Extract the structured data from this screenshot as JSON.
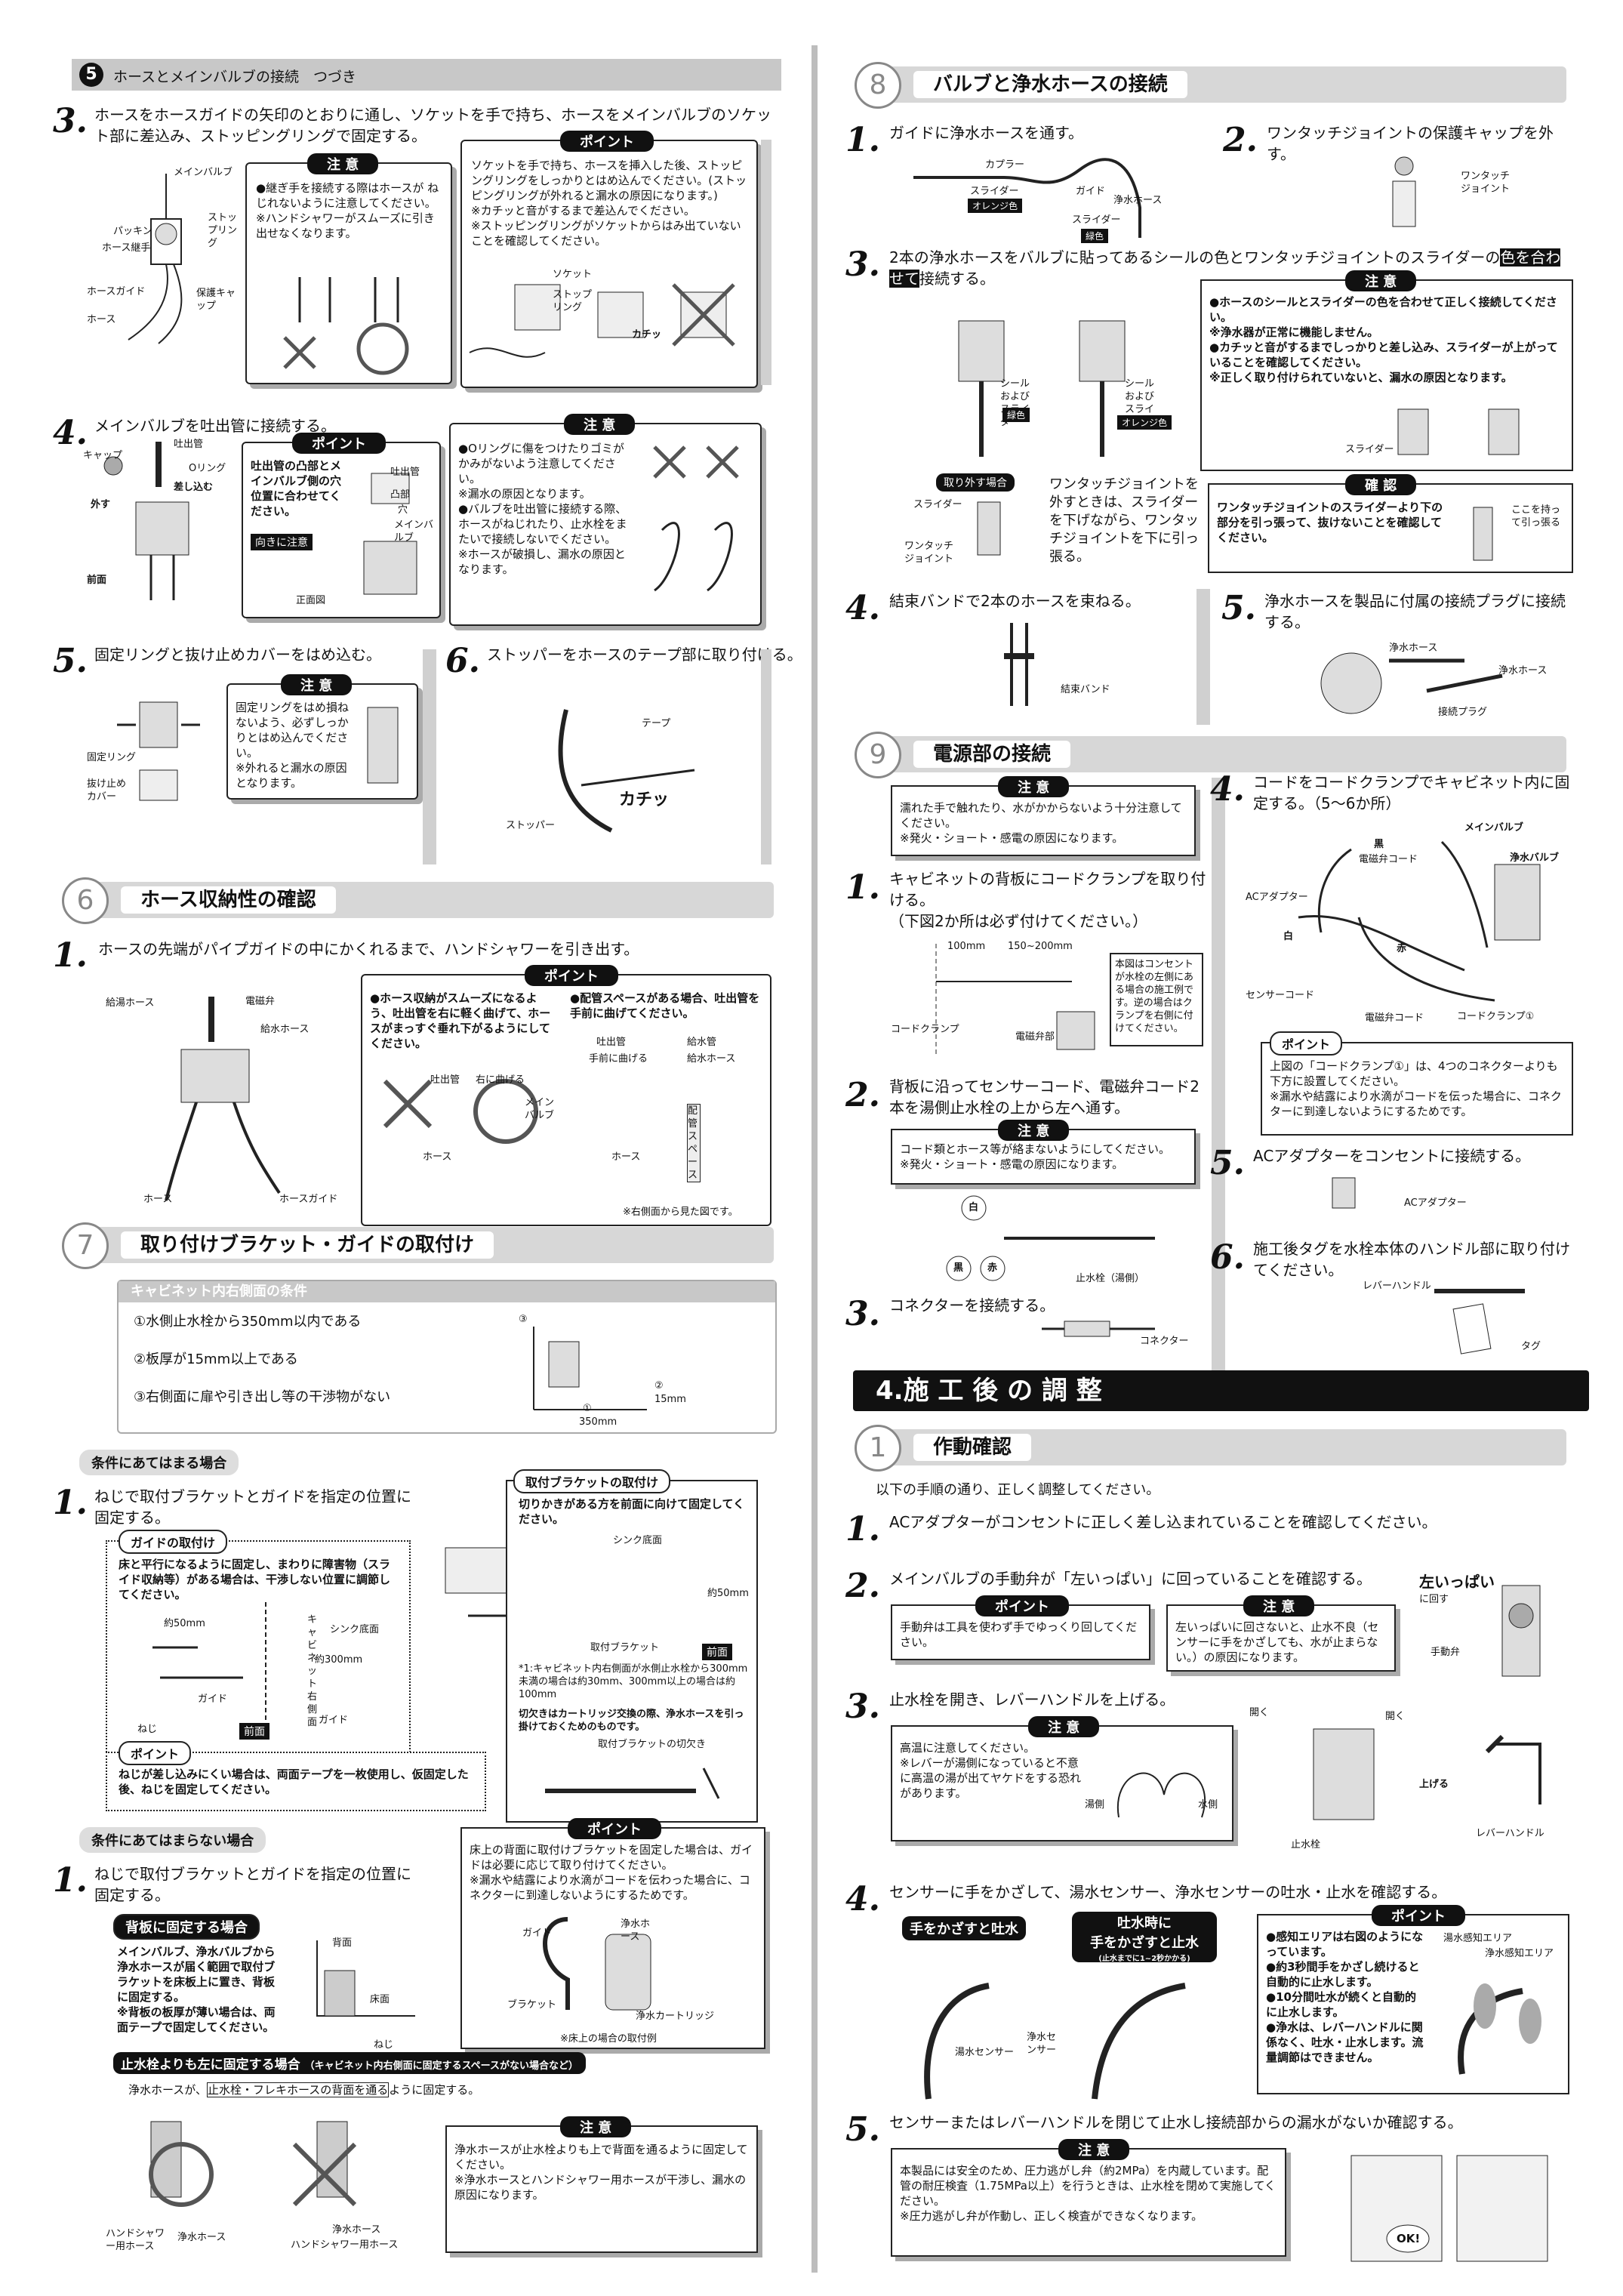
{
  "top_bar": {
    "num": "5",
    "title": "ホースとメインバルブの接続　つづき"
  },
  "s5": {
    "step3": {
      "num": "3.",
      "text": "ホースをホースガイドの矢印のとおりに通し、ソケットを手で持ち、ホースをメインバルブのソケット部に差込み、ストッピングリングで固定する。",
      "labels": [
        "メインバルブ",
        "パッキン",
        "ホース継手",
        "ストップリング",
        "ホースガイド",
        "保護キャップ",
        "ホース"
      ],
      "caution_title": "注 意",
      "caution_text": "●継ぎ手を接続する際はホースが ねじれないように注意してください。\n※ハンドシャワーがスムーズに引き出せなくなります。",
      "point_title": "ポイント",
      "point_text": "ソケットを手で持ち、ホースを挿入した後、ストッピングリングをしっかりとはめ込んでください。(ストッピングリングが外れると漏水の原因になります。)\n※カチッと音がするまで差込んでください。\n※ストッピングリングがソケットからはみ出ていないことを確認してください。",
      "point_labels": [
        "ソケット",
        "ストップリング",
        "カチッ"
      ]
    },
    "step4": {
      "num": "4.",
      "text": "メインバルブを吐出管に接続する。",
      "labels": [
        "吐出管",
        "キャップ",
        "Oリング",
        "差し込む",
        "外す",
        "前面"
      ],
      "point_title": "ポイント",
      "point_text": "吐出管の凸部とメインバルブ側の穴位置に合わせてください。",
      "point_tag": "向きに注意",
      "point_labels": [
        "吐出管",
        "凸部",
        "穴",
        "メインバルブ",
        "正面図"
      ],
      "caution_title": "注 意",
      "caution_text": "●Oリングに傷をつけたりゴミがかみがないよう注意してください。\n※漏水の原因となります。\n●バルブを吐出管に接続する際、ホースがねじれたり、止水栓をまたいで接続しないでください。\n※ホースが破損し、漏水の原因となります。"
    },
    "step5": {
      "num": "5.",
      "text": "固定リングと抜け止めカバーをはめ込む。",
      "caution_title": "注 意",
      "caution_text": "固定リングをはめ損ねないよう、必ずしっかりとはめ込んでください。\n※外れると漏水の原因となります。",
      "labels": [
        "固定リング",
        "抜け止めカバー"
      ]
    },
    "step6": {
      "num": "6.",
      "text": "ストッパーをホースのテープ部に取り付ける。",
      "labels": [
        "テープ",
        "ストッパー",
        "カチッ"
      ]
    }
  },
  "s6": {
    "circle": "6",
    "title": "ホース収納性の確認",
    "step1": {
      "num": "1.",
      "text": "ホースの先端がパイプガイドの中にかくれるまで、ハンドシャワーを引き出す。",
      "labels": [
        "給湯ホース",
        "電磁弁",
        "給水ホース",
        "ホース",
        "ホースガイド"
      ],
      "point_title": "ポイント",
      "point_a": "●ホース収納がスムーズになるよう、吐出管を右に軽く曲げて、ホースがまっすぐ垂れ下がるようにしてください。",
      "point_a_labels": [
        "吐出管",
        "右に曲げる",
        "メインバルブ",
        "ホース"
      ],
      "point_b": "●配管スペースがある場合、吐出管を手前に曲げてください。",
      "point_b_labels": [
        "吐出管",
        "手前に曲げる",
        "給水管",
        "給水ホース",
        "ホース",
        "配管スペース",
        "※右側面から見た図です。"
      ]
    }
  },
  "s7": {
    "circle": "7",
    "title": "取り付けブラケット・ガイドの取付け",
    "cond_title": "キャビネット内右側面の条件",
    "conds": [
      "①水側止水栓から350mm以内である",
      "②板厚が15mm以上である",
      "③右側面に扉や引き出し等の干渉物がない"
    ],
    "cond_labels": [
      "③",
      "②",
      "15mm",
      "①",
      "350mm"
    ],
    "case_a": "条件にあてはまる場合",
    "a_step": {
      "num": "1.",
      "text": "ねじで取付ブラケットとガイドを指定の位置に固定する。"
    },
    "guide_tag": "ガイドの取付け",
    "guide_text": "床と平行になるように固定し、まわりに障害物（スライド収納等）がある場合は、干渉しない位置に調節してください。",
    "guide_labels": [
      "約50mm",
      "キャビネット右側面",
      "シンク底面",
      "約300mm",
      "ガイド",
      "ねじ",
      "前面",
      "ガイド"
    ],
    "bracket_tag": "取付ブラケットの取付け",
    "bracket_text": "切りかきがある方を前面に向けて固定してください。",
    "bracket_labels": [
      "シンク底面",
      "約50mm",
      "取付ブラケット",
      "前面"
    ],
    "bracket_note": "*1:キャビネット内右側面が水側止水栓から300mm未満の場合は約30mm、300mm以上の場合は約100mm",
    "bracket_note2": "切欠きはカートリッジ交換の際、浄水ホースを引っ掛けておくためのものです。",
    "bracket_note3": "取付ブラケットの切欠き",
    "point_title": "ポイント",
    "point_text": "ねじが差し込みにくい場合は、両面テープを一枚使用し、仮固定した後、ねじを固定してください。",
    "case_b": "条件にあてはまらない場合",
    "b_step": {
      "num": "1.",
      "text": "ねじで取付ブラケットとガイドを指定の位置に固定する。"
    },
    "back_tag": "背板に固定する場合",
    "back_text": "メインバルブ、浄水バルブから浄水ホースが届く範囲で取付ブラケットを床板上に置き、背板に固定する。\n※背板の板厚が薄い場合は、両面テープで固定してください。",
    "back_labels": [
      "背面",
      "床面",
      "ねじ"
    ],
    "b_point_title": "ポイント",
    "b_point_text": "床上の背面に取付けブラケットを固定した場合は、ガイドは必要に応じて取り付けてください。\n※漏水や結露により水滴がコードを伝わった場合に、コネクターに到達しないようにするためです。",
    "b_point_labels": [
      "ガイド",
      "浄水ホース",
      "ブラケット",
      "浄水カートリッジ",
      "※床上の場合の取付例"
    ],
    "left_tag": "止水栓よりも左に固定する場合",
    "left_tag_sub": "（キャビネット内右側面に固定するスペースがない場合など）",
    "left_text_a": "浄水ホースが、",
    "left_text_b": "止水栓・フレキホースの背面を通る",
    "left_text_c": "ように固定する。",
    "left_caution_title": "注 意",
    "left_caution": "浄水ホースが止水栓よりも上で背面を通るように固定してください。\n※浄水ホースとハンドシャワー用ホースが干渉し、漏水の原因になります。",
    "left_labels": [
      "ハンドシャワー用ホース",
      "浄水ホース",
      "浄水ホース",
      "ハンドシャワー用ホース"
    ]
  },
  "s8": {
    "circle": "8",
    "title": "バルブと浄水ホースの接続",
    "step1": {
      "num": "1.",
      "text": "ガイドに浄水ホースを通す。",
      "labels": [
        "カプラー",
        "スライダー",
        "オレンジ色",
        "ガイド",
        "浄水ホース",
        "スライダー",
        "緑色"
      ]
    },
    "step2": {
      "num": "2.",
      "text": "ワンタッチジョイントの保護キャップを外す。",
      "labels": [
        "ワンタッチジョイント"
      ]
    },
    "step3": {
      "num": "3.",
      "text_a": "2本の浄水ホースをバルブに貼ってあるシールの色とワンタッチジョイントのスライダーの",
      "text_hl": "色を合わせて",
      "text_b": "接続する。",
      "labels": [
        "シールおよびスライダー",
        "緑色",
        "シールおよびスライダー",
        "オレンジ色"
      ],
      "caution_title": "注 意",
      "caution_text": "●ホースのシールとスライダーの色を合わせて正しく接続してください。\n※浄水器が正常に機能しません。\n●カチッと音がするまでしっかりと差し込み、スライダーが上がっていることを確認してください。\n※正しく取り付けられていないと、漏水の原因となります。",
      "caution_labels": [
        "スライダー"
      ],
      "confirm_title": "確 認",
      "confirm_text": "ワンタッチジョイントのスライダーより下の部分を引っ張って、抜けないことを確認してください。",
      "confirm_labels": [
        "ここを持って引っ張る"
      ],
      "remove_tag": "取り外す場合",
      "remove_labels": [
        "スライダー",
        "ワンタッチジョイント"
      ],
      "remove_text": "ワンタッチジョイントを外すときは、スライダーを下げながら、ワンタッチジョイントを下に引っ張る。"
    },
    "step4": {
      "num": "4.",
      "text": "結束バンドで2本のホースを束ねる。",
      "labels": [
        "結束バンド"
      ]
    },
    "step5": {
      "num": "5.",
      "text": "浄水ホースを製品に付属の接続プラグに接続する。",
      "labels": [
        "浄水ホース",
        "浄水ホース",
        "接続プラグ"
      ]
    }
  },
  "s9": {
    "circle": "9",
    "title": "電源部の接続",
    "caution_title": "注 意",
    "caution_text": "濡れた手で触れたり、水がかからないよう十分注意してください。\n※発火・ショート・感電の原因になります。",
    "step1": {
      "num": "1.",
      "text": "キャビネットの背板にコードクランプを取り付ける。\n（下図2か所は必ず付けてください。）",
      "labels": [
        "100mm",
        "150~200mm",
        "コードクランプ",
        "電磁弁部"
      ],
      "note": "本図はコンセントが水栓の左側にある場合の施工例です。逆の場合はクランプを右側に付けてください。"
    },
    "step2": {
      "num": "2.",
      "text": "背板に沿ってセンサーコード、電磁弁コード2本を湯側止水栓の上から左へ通す。",
      "caution_title": "注 意",
      "caution_text": "コード類とホース等が絡まないようにしてください。\n※発火・ショート・感電の原因になります。"
    },
    "step3": {
      "num": "3.",
      "text": "コネクターを接続する。",
      "labels": [
        "白",
        "黒",
        "赤",
        "止水栓（湯側）",
        "コネクター"
      ]
    },
    "step4": {
      "num": "4.",
      "text": "コードをコードクランプでキャビネット内に固定する。（5～6か所）",
      "labels": [
        "メインバルブ",
        "黒",
        "電磁弁コード",
        "浄水バルブ",
        "ACアダプター",
        "白",
        "赤",
        "センサーコード",
        "電磁弁コード",
        "コードクランプ①"
      ],
      "point_title": "ポイント",
      "point_text": "上図の「コードクランプ①」は、4つのコネクターよりも下方に設置してください。\n※漏水や結露により水滴がコードを伝った場合に、コネクターに到達しないようにするためです。"
    },
    "step5": {
      "num": "5.",
      "text": "ACアダプターをコンセントに接続する。",
      "labels": [
        "ACアダプター"
      ]
    },
    "step6": {
      "num": "6.",
      "text": "施工後タグを水栓本体のハンドル部に取り付けてください。",
      "labels": [
        "レバーハンドル",
        "タグ"
      ]
    }
  },
  "s4": {
    "title": "4.施 工 後 の 調 整",
    "sub_circle": "1",
    "sub_title": "作動確認",
    "intro": "以下の手順の通り、正しく調整してください。",
    "step1": {
      "num": "1.",
      "text": "ACアダプターがコンセントに正しく差し込まれていることを確認してください。"
    },
    "step2": {
      "num": "2.",
      "text": "メインバルブの手動弁が「左いっぱい」に回っていることを確認する。",
      "point_title": "ポイント",
      "point_text": "手動弁は工具を使わず手でゆっくり回してください。",
      "caution_title": "注 意",
      "caution_text": "左いっぱいに回さないと、止水不良（センサーに手をかざしても、水が止まらない。）の原因になります。",
      "labels": [
        "左いっぱい",
        "に回す",
        "手動弁"
      ]
    },
    "step3": {
      "num": "3.",
      "text": "止水栓を開き、レバーハンドルを上げる。",
      "caution_title": "注 意",
      "caution_text": "高温に注意してください。\n※レバーが湯側になっていると不意に高温の湯が出てヤケドをする恐れがあります。",
      "caution_labels": [
        "湯側",
        "水側"
      ],
      "labels": [
        "開く",
        "開く",
        "止水栓",
        "上げる",
        "レバーハンドル"
      ]
    },
    "step4": {
      "num": "4.",
      "text": "センサーに手をかざして、湯水センサー、浄水センサーの吐水・止水を確認する。",
      "tag_a": "手をかざすと吐水",
      "tag_b": "吐水時に\n手をかざすと止水",
      "tag_b_sub": "(止水までに1~2秒かかる)",
      "labels": [
        "湯水センサー",
        "浄水センサー"
      ],
      "point_title": "ポイント",
      "point_text": "●感知エリアは右図のようになっています。\n●約3秒間手をかざし続けると自動的に止水します。\n●10分間吐水が続くと自動的に止水します。\n●浄水は、レバーハンドルに関係なく、吐水・止水します。流量調節はできません。",
      "point_labels": [
        "湯水感知エリア",
        "浄水感知エリア"
      ]
    },
    "step5": {
      "num": "5.",
      "text": "センサーまたはレバーハンドルを閉じて止水し接続部からの漏水がないか確認する。",
      "caution_title": "注 意",
      "caution_text": "本製品には安全のため、圧力逃がし弁（約2MPa）を内蔵しています。配管の耐圧検査（1.75MPa以上）を行うときは、止水栓を閉めて実施してください。\n※圧力逃がし弁が作動し、正しく検査ができなくなります。",
      "labels": [
        "OK!"
      ]
    }
  }
}
